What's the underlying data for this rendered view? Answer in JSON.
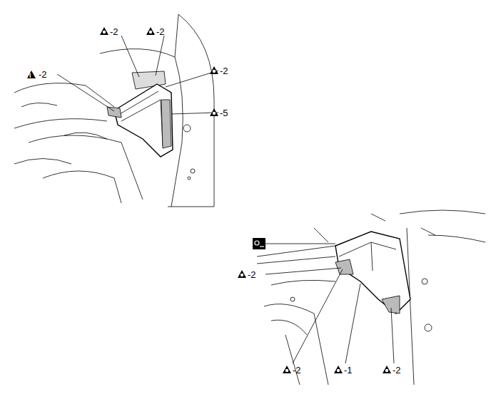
{
  "diagram": {
    "labels": [
      "I",
      "-2",
      "-2",
      "-2",
      "-2",
      "-5",
      "-2",
      "-2",
      "-1",
      "-2"
    ]
  }
}
